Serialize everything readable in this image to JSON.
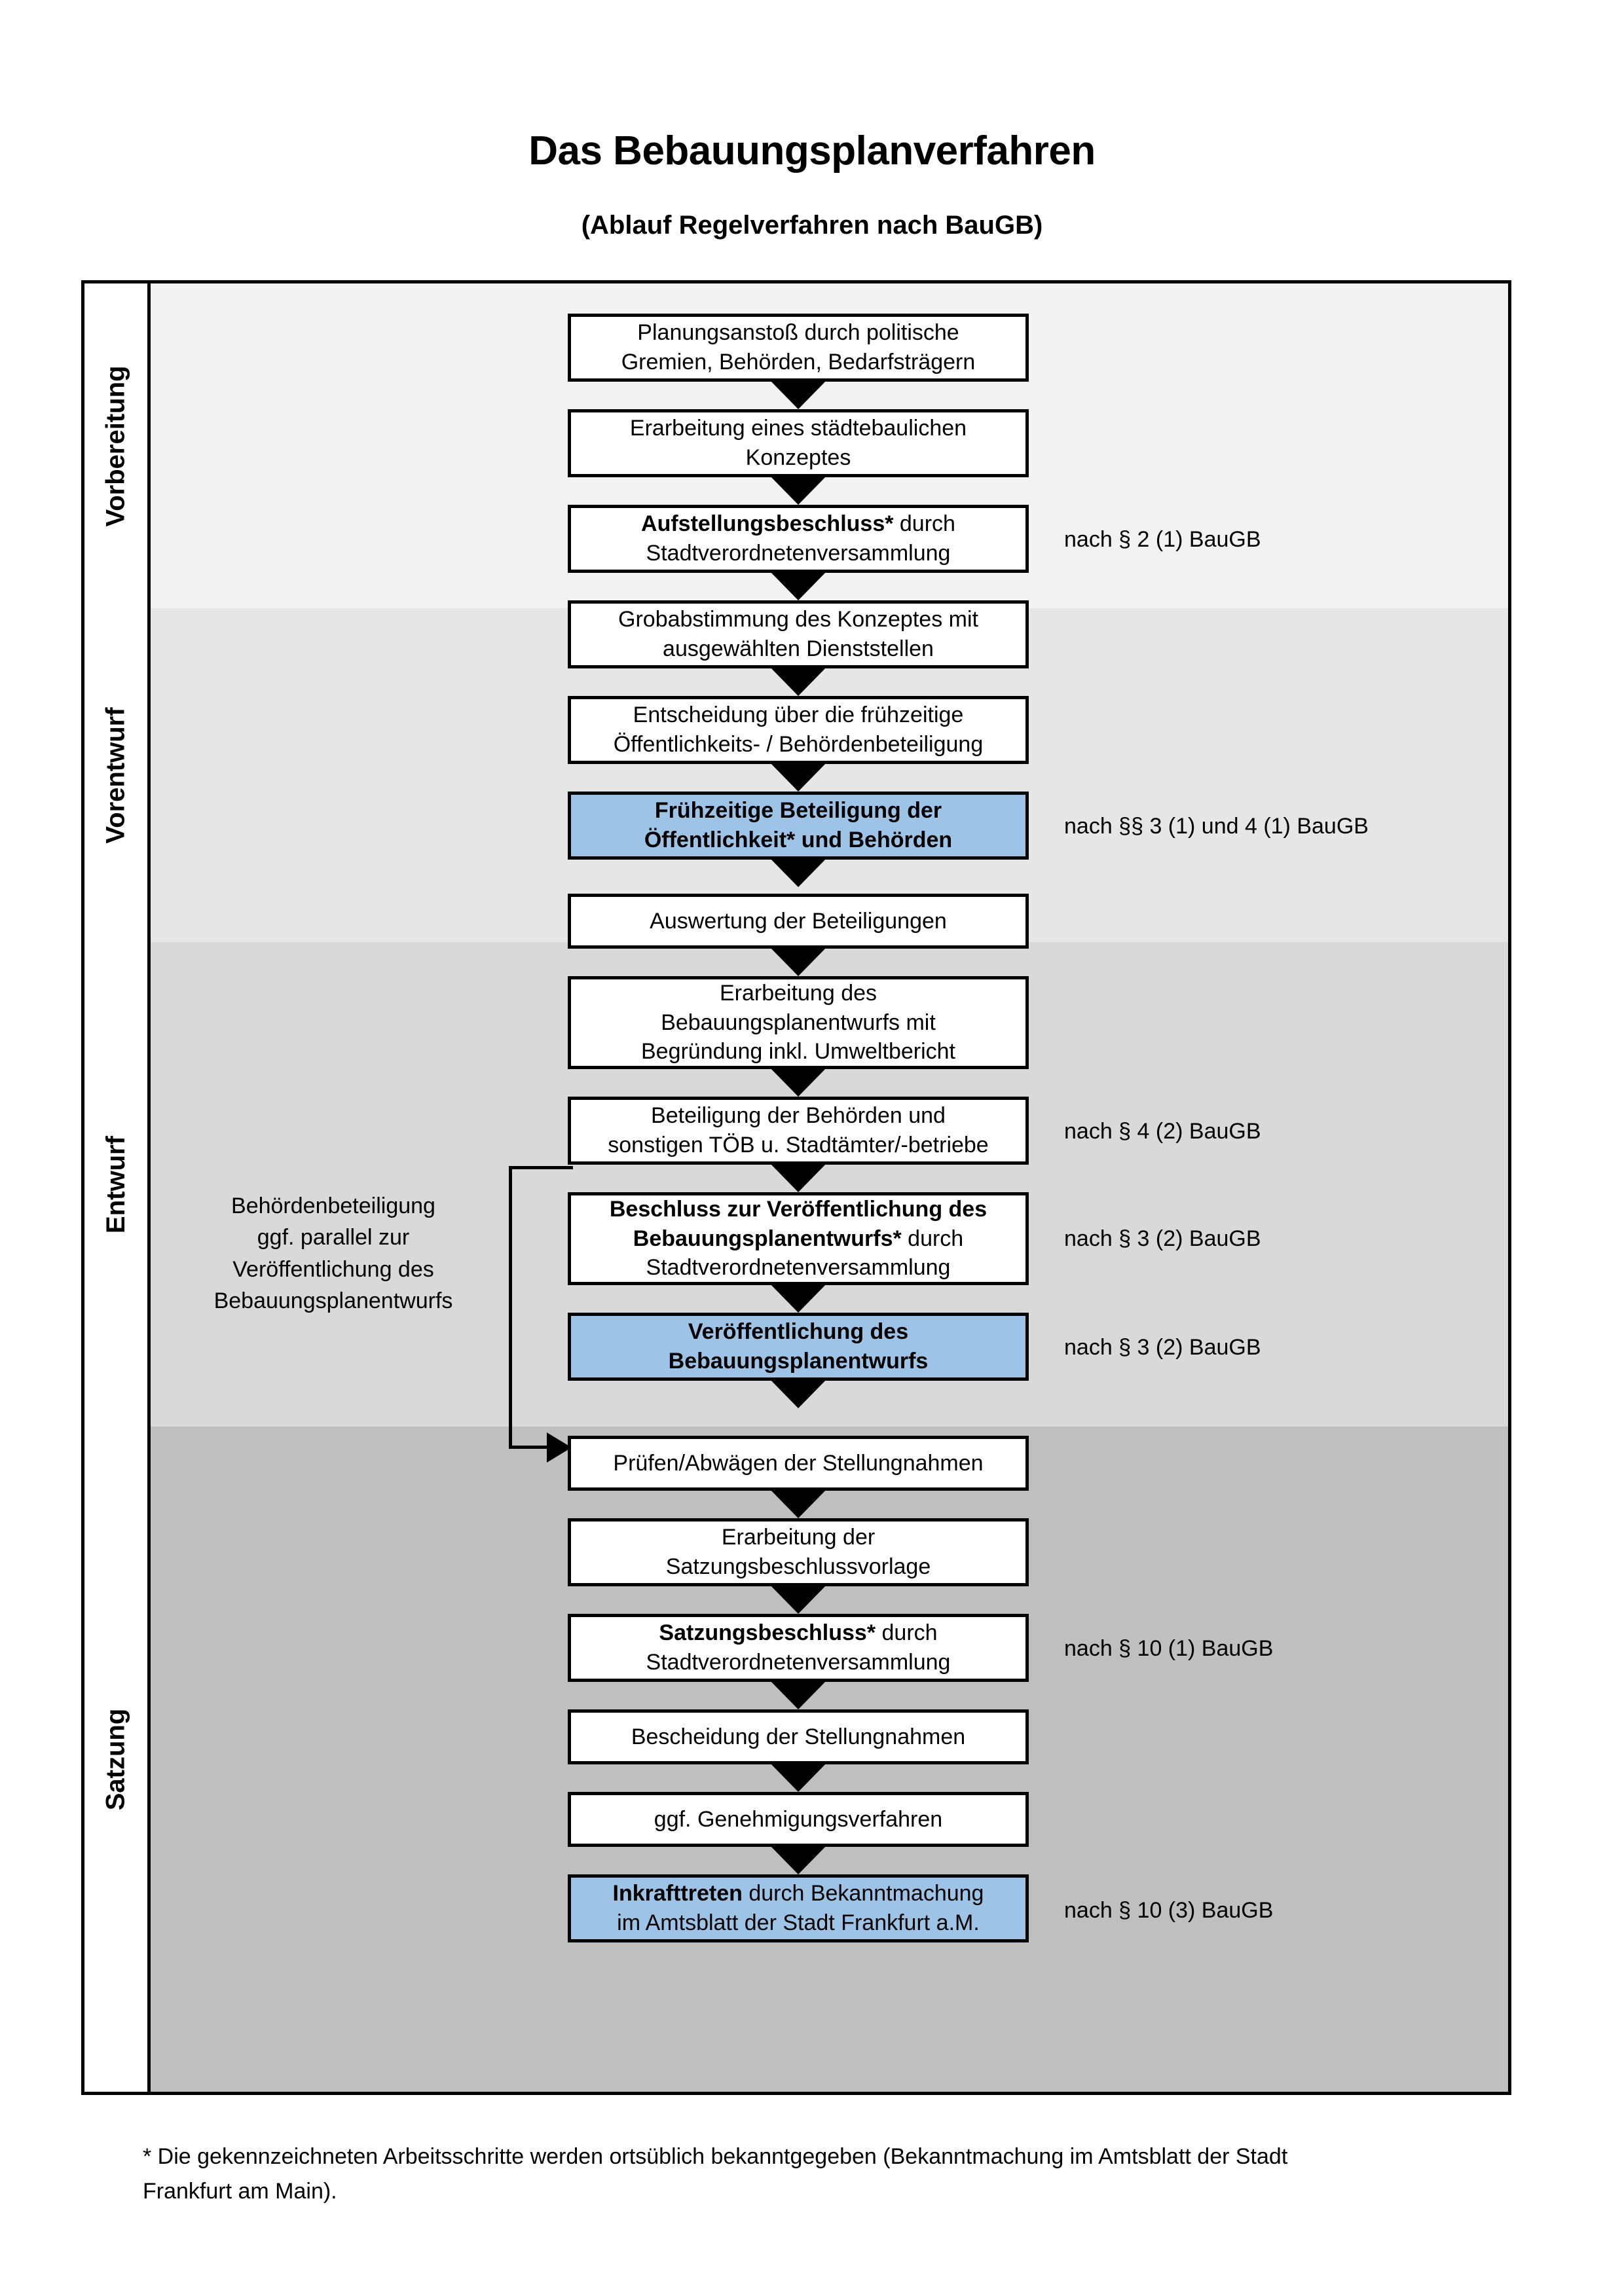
{
  "header": {
    "title": "Das Bebauungsplanverfahren",
    "subtitle": "(Ablauf Regelverfahren nach BauGB)"
  },
  "phases": [
    {
      "key": "vorbereitung",
      "label": "Vorbereitung",
      "band_color": "#F2F2F2"
    },
    {
      "key": "vorentwurf",
      "label": "Vorentwurf",
      "band_color": "#E6E6E6"
    },
    {
      "key": "entwurf",
      "label": "Entwurf",
      "band_color": "#D9D9D9"
    },
    {
      "key": "satzung",
      "label": "Satzung",
      "band_color": "#BFBFBF"
    }
  ],
  "steps": [
    {
      "id": "s1",
      "phase": "vorbereitung",
      "lines": [
        "Planungsanstoß durch politische",
        "Gremien, Behörden, Bedarfsträgern"
      ],
      "bold_prefix": "",
      "highlight": false
    },
    {
      "id": "s2",
      "phase": "vorbereitung",
      "lines": [
        "Erarbeitung eines städtebaulichen",
        "Konzeptes"
      ],
      "bold_prefix": "",
      "highlight": false
    },
    {
      "id": "s3",
      "phase": "vorbereitung",
      "lines": [
        "Aufstellungsbeschluss* durch",
        "Stadtverordnetenversammlung"
      ],
      "bold_prefix": "Aufstellungsbeschluss*",
      "highlight": false
    },
    {
      "id": "s4",
      "phase": "vorentwurf",
      "lines": [
        "Grobabstimmung des Konzeptes mit",
        "ausgewählten Dienststellen"
      ],
      "bold_prefix": "",
      "highlight": false
    },
    {
      "id": "s5",
      "phase": "vorentwurf",
      "lines": [
        "Entscheidung über die frühzeitige",
        "Öffentlichkeits- / Behördenbeteiligung"
      ],
      "bold_prefix": "",
      "highlight": false
    },
    {
      "id": "s6",
      "phase": "vorentwurf",
      "lines": [
        "Frühzeitige Beteiligung der",
        "Öffentlichkeit* und Behörden"
      ],
      "bold_all": true,
      "highlight": true
    },
    {
      "id": "s7",
      "phase": "entwurf",
      "lines": [
        "Auswertung der Beteiligungen"
      ],
      "bold_prefix": "",
      "highlight": false
    },
    {
      "id": "s8",
      "phase": "entwurf",
      "lines": [
        "Erarbeitung des",
        "Bebauungsplanentwurfs mit",
        "Begründung inkl. Umweltbericht"
      ],
      "bold_prefix": "",
      "highlight": false
    },
    {
      "id": "s9",
      "phase": "entwurf",
      "lines": [
        "Beteiligung der Behörden und",
        "sonstigen TÖB u. Stadtämter/-betriebe"
      ],
      "bold_prefix": "",
      "highlight": false
    },
    {
      "id": "s10",
      "phase": "entwurf",
      "lines": [
        "Beschluss zur Veröffentlichung des",
        "Bebauungsplanentwurfs* durch",
        "Stadtverordnetenversammlung"
      ],
      "bold_prefix": "Beschluss zur Veröffentlichung des Bebauungsplanentwurfs*",
      "highlight": false
    },
    {
      "id": "s11",
      "phase": "entwurf",
      "lines": [
        "Veröffentlichung des",
        "Bebauungsplanentwurfs"
      ],
      "bold_all": true,
      "highlight": true
    },
    {
      "id": "s12",
      "phase": "satzung",
      "lines": [
        "Prüfen/Abwägen der Stellungnahmen"
      ],
      "bold_prefix": "",
      "highlight": false
    },
    {
      "id": "s13",
      "phase": "satzung",
      "lines": [
        "Erarbeitung der",
        "Satzungsbeschlussvorlage"
      ],
      "bold_prefix": "",
      "highlight": false
    },
    {
      "id": "s14",
      "phase": "satzung",
      "lines": [
        "Satzungsbeschluss* durch",
        "Stadtverordnetenversammlung"
      ],
      "bold_prefix": "Satzungsbeschluss*",
      "highlight": false
    },
    {
      "id": "s15",
      "phase": "satzung",
      "lines": [
        "Bescheidung der Stellungnahmen"
      ],
      "bold_prefix": "",
      "highlight": false
    },
    {
      "id": "s16",
      "phase": "satzung",
      "lines": [
        "ggf. Genehmigungsverfahren"
      ],
      "bold_prefix": "",
      "highlight": false
    },
    {
      "id": "s17",
      "phase": "satzung",
      "lines": [
        "Inkrafttreten durch Bekanntmachung",
        "im Amtsblatt der Stadt Frankfurt a.M."
      ],
      "bold_prefix": "Inkrafttreten",
      "highlight": true
    }
  ],
  "box_text": {
    "s1_l1": "Planungsanstoß durch politische",
    "s1_l2": "Gremien, Behörden, Bedarfsträgern",
    "s2_l1": "Erarbeitung eines städtebaulichen",
    "s2_l2": "Konzeptes",
    "s3_l1_b": "Aufstellungsbeschluss*",
    "s3_l1_n": " durch",
    "s3_l2": "Stadtverordnetenversammlung",
    "s4_l1": "Grobabstimmung des Konzeptes mit",
    "s4_l2": "ausgewählten Dienststellen",
    "s5_l1": "Entscheidung über die frühzeitige",
    "s5_l2": "Öffentlichkeits- / Behördenbeteiligung",
    "s6_l1": "Frühzeitige Beteiligung der",
    "s6_l2": "Öffentlichkeit* und Behörden",
    "s7_l1": "Auswertung der Beteiligungen",
    "s8_l1": "Erarbeitung des",
    "s8_l2": "Bebauungsplanentwurfs mit",
    "s8_l3": "Begründung inkl. Umweltbericht",
    "s9_l1": "Beteiligung der Behörden und",
    "s9_l2": "sonstigen TÖB u. Stadtämter/-betriebe",
    "s10_l1_b": "Beschluss zur Veröffentlichung des",
    "s10_l2_b": "Bebauungsplanentwurfs*",
    "s10_l2_n": " durch",
    "s10_l3": "Stadtverordnetenversammlung",
    "s11_l1": "Veröffentlichung des",
    "s11_l2": "Bebauungsplanentwurfs",
    "s12_l1": "Prüfen/Abwägen der Stellungnahmen",
    "s13_l1": "Erarbeitung der",
    "s13_l2": "Satzungsbeschlussvorlage",
    "s14_l1_b": "Satzungsbeschluss*",
    "s14_l1_n": " durch",
    "s14_l2": "Stadtverordnetenversammlung",
    "s15_l1": "Bescheidung der Stellungnahmen",
    "s16_l1": "ggf. Genehmigungsverfahren",
    "s17_l1_b": "Inkrafttreten",
    "s17_l1_n": " durch Bekanntmachung",
    "s17_l2": "im Amtsblatt der Stadt Frankfurt a.M."
  },
  "legal_refs": [
    {
      "id": "r1",
      "text": "nach § 2 (1) BauGB",
      "for_step": "s3"
    },
    {
      "id": "r2",
      "text": "nach §§ 3 (1) und 4 (1) BauGB",
      "for_step": "s6"
    },
    {
      "id": "r3",
      "text": "nach § 4 (2) BauGB",
      "for_step": "s9"
    },
    {
      "id": "r4",
      "text": "nach § 3 (2) BauGB",
      "for_step": "s10"
    },
    {
      "id": "r5",
      "text": "nach § 3 (2) BauGB",
      "for_step": "s11"
    },
    {
      "id": "r6",
      "text": "nach § 10 (1) BauGB",
      "for_step": "s14"
    },
    {
      "id": "r7",
      "text": "nach § 10 (3) BauGB",
      "for_step": "s17"
    }
  ],
  "side_note": {
    "l1": "Behördenbeteiligung",
    "l2": "ggf. parallel zur",
    "l3": "Veröffentlichung des",
    "l4": "Bebauungsplanentwurfs"
  },
  "footnote": {
    "l1": "* Die gekennzeichneten Arbeitsschritte werden ortsüblich bekanntgegeben (Bekanntmachung im Amtsblatt  der Stadt",
    "l2": "Frankfurt am Main)."
  },
  "colors": {
    "highlight_fill": "#9DC3E6",
    "border": "#000000",
    "band_vorbereitung": "#F2F2F2",
    "band_vorentwurf": "#E6E6E6",
    "band_entwurf": "#D9D9D9",
    "band_satzung": "#BFBFBF"
  }
}
